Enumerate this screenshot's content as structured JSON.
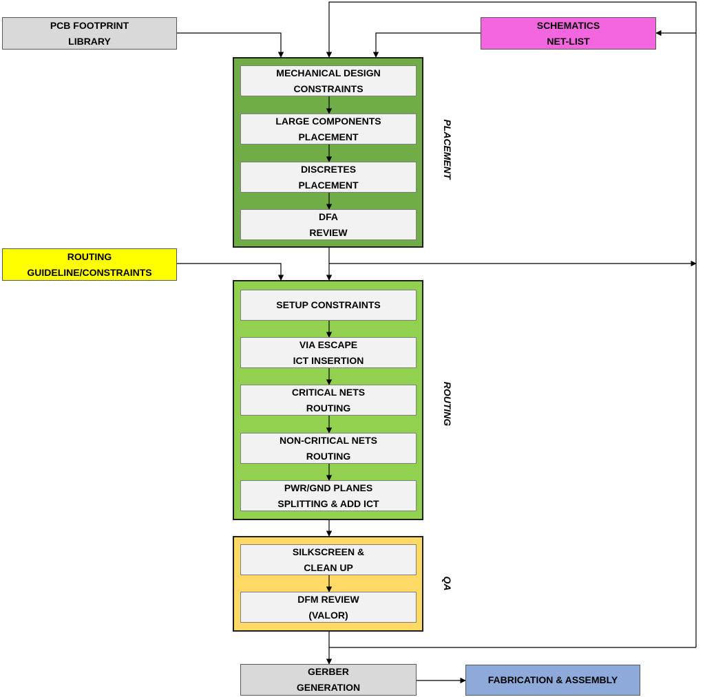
{
  "colors": {
    "footprint": "#d9d9d9",
    "schematics": "#f466df",
    "routing_guideline": "#ffff00",
    "placement_group": "#70ad47",
    "routing_group": "#92d050",
    "qa_group": "#ffd966",
    "inner_box": "#f2f2f2",
    "gerber": "#d9d9d9",
    "fabrication": "#8eaadb"
  },
  "inputs": {
    "footprint": [
      "PCB FOOTPRINT",
      "LIBRARY"
    ],
    "schematics": [
      "SCHEMATICS",
      "NET-LIST"
    ],
    "routing_guideline": [
      "ROUTING",
      "GUIDELINE/CONSTRAINTS"
    ]
  },
  "groups": {
    "placement": {
      "label": "PLACEMENT",
      "steps": [
        [
          "MECHANICAL DESIGN",
          "CONSTRAINTS"
        ],
        [
          "LARGE COMPONENTS",
          "PLACEMENT"
        ],
        [
          "DISCRETES",
          "PLACEMENT"
        ],
        [
          "DFA",
          "REVIEW"
        ]
      ]
    },
    "routing": {
      "label": "ROUTING",
      "steps": [
        [
          "SETUP CONSTRAINTS"
        ],
        [
          "VIA ESCAPE",
          "ICT INSERTION"
        ],
        [
          "CRITICAL NETS",
          "ROUTING"
        ],
        [
          "NON-CRITICAL NETS",
          "ROUTING"
        ],
        [
          "PWR/GND PLANES",
          "SPLITTING & ADD ICT"
        ]
      ]
    },
    "qa": {
      "label": "QA",
      "steps": [
        [
          "SILKSCREEN &",
          "CLEAN UP"
        ],
        [
          "DFM REVIEW",
          "(VALOR)"
        ]
      ]
    }
  },
  "outputs": {
    "gerber": [
      "GERBER",
      "GENERATION"
    ],
    "fabrication": [
      "FABRICATION & ASSEMBLY"
    ]
  }
}
